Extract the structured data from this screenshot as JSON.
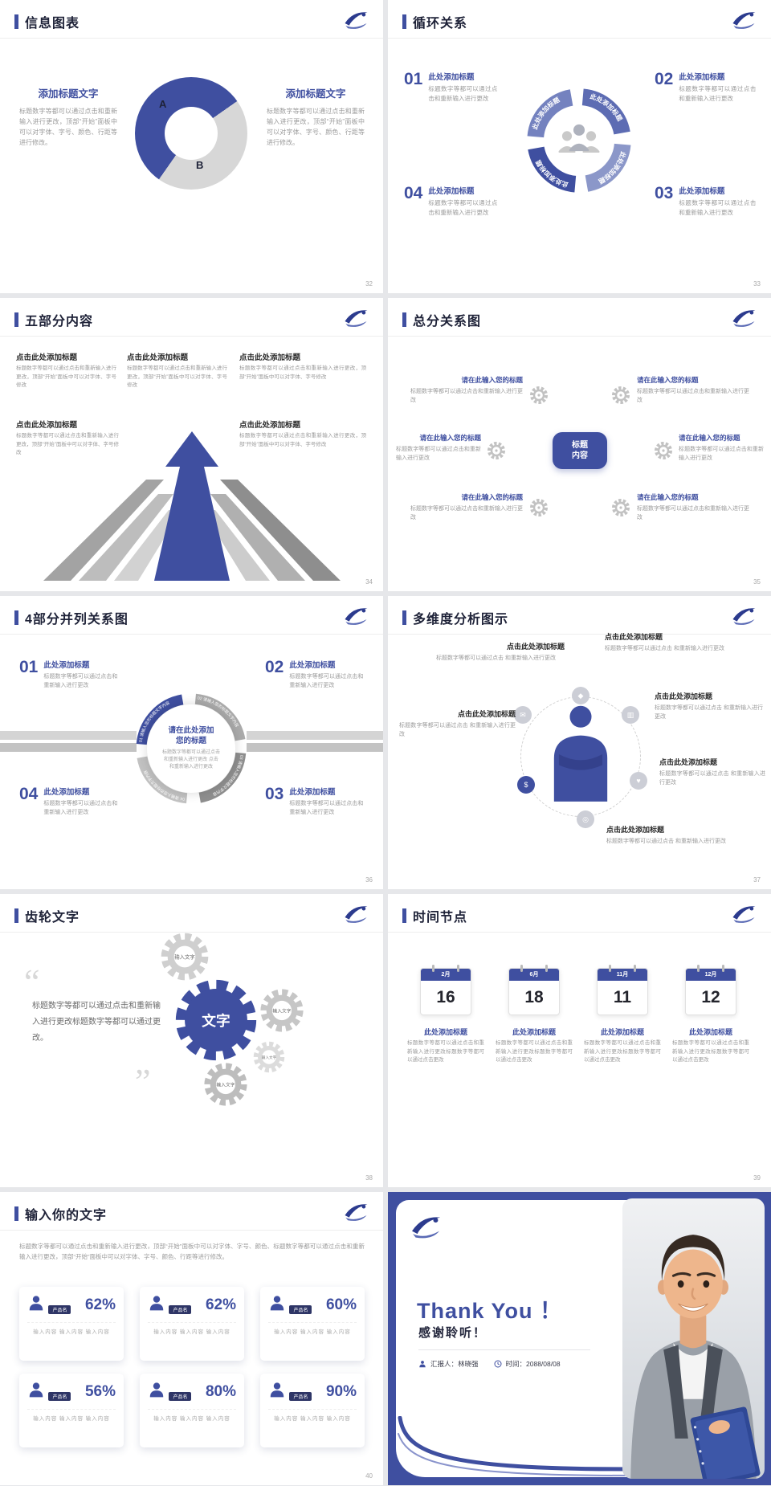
{
  "colors": {
    "primary": "#3f4fa0",
    "primary_dark": "#2c3b8e",
    "text_dark": "#1e2238",
    "text_gray": "#9b9b9b"
  },
  "slides": {
    "s32": {
      "title": "信息图表",
      "page": "32",
      "left": {
        "heading": "添加标题文字",
        "body": "标题数字等都可以通过点击和重新输入进行更改，顶部“开始”面板中可以对字体、字号、颜色、行距等进行修改。"
      },
      "right": {
        "heading": "添加标题文字",
        "body": "标题数字等都可以通过点击和重新输入进行更改，顶部“开始”面板中可以对字体、字号、颜色、行距等进行修改。"
      },
      "segments": [
        {
          "label": "A",
          "color": "#3f4fa0"
        },
        {
          "label": "B",
          "color": "#d7d7d7"
        }
      ]
    },
    "s33": {
      "title": "循环关系",
      "page": "33",
      "arc_label": "此处添加标题",
      "items": [
        {
          "num": "01",
          "heading": "此处添加标题",
          "body": "标题数字等都可以通过点击和重新输入进行更改"
        },
        {
          "num": "02",
          "heading": "此处添加标题",
          "body": "标题数字等都可以通过点击和重新输入进行更改"
        },
        {
          "num": "03",
          "heading": "此处添加标题",
          "body": "标题数字等都可以通过点击和重新输入进行更改"
        },
        {
          "num": "04",
          "heading": "此处添加标题",
          "body": "标题数字等都可以通过点击和重新输入进行更改"
        }
      ]
    },
    "s34": {
      "title": "五部分内容",
      "page": "34",
      "blocks": [
        {
          "heading": "点击此处添加标题",
          "body": "标题数字等都可以通过点击和重新输入进行更改，顶部“开始”面板中可以对字体、字号修改"
        },
        {
          "heading": "点击此处添加标题",
          "body": "标题数字等都可以通过点击和重新输入进行更改，顶部“开始”面板中可以对字体、字号修改"
        },
        {
          "heading": "点击此处添加标题",
          "body": "标题数字等都可以通过点击和重新输入进行更改，顶部“开始”面板中可以对字体、字号修改"
        },
        {
          "heading": "点击此处添加标题",
          "body": "标题数字等都可以通过点击和重新输入进行更改，顶部“开始”面板中可以对字体、字号修改"
        },
        {
          "heading": "点击此处添加标题",
          "body": "标题数字等都可以通过点击和重新输入进行更改，顶部“开始”面板中可以对字体、字号修改"
        }
      ]
    },
    "s35": {
      "title": "总分关系图",
      "page": "35",
      "center_label": "标题内容",
      "items": [
        {
          "heading": "请在此输入您的标题",
          "body": "标题数字等都可以通过点击和重新输入进行更改"
        },
        {
          "heading": "请在此输入您的标题",
          "body": "标题数字等都可以通过点击和重新输入进行更改"
        },
        {
          "heading": "请在此输入您的标题",
          "body": "标题数字等都可以通过点击和重新输入进行更改"
        },
        {
          "heading": "请在此输入您的标题",
          "body": "标题数字等都可以通过点击和重新输入进行更改"
        },
        {
          "heading": "请在此输入您的标题",
          "body": "标题数字等都可以通过点击和重新输入进行更改"
        },
        {
          "heading": "请在此输入您的标题",
          "body": "标题数字等都可以通过点击和重新输入进行更改"
        }
      ]
    },
    "s36": {
      "title": "4部分并列关系图",
      "page": "36",
      "center": {
        "heading": "请在此处添加您的标题",
        "body": "标题数字等都可以通过点击和重新输入进行更改 点击和重新输入进行更改"
      },
      "arcs": [
        "01 请输入您的标题文字内容",
        "02 请输入您的标题文字内容",
        "03 请输入您的标题文字内容",
        "04 请输入您的标题文字内容"
      ],
      "items": [
        {
          "num": "01",
          "heading": "此处添加标题",
          "body": "标题数字等都可以通过点击和重新输入进行更改"
        },
        {
          "num": "02",
          "heading": "此处添加标题",
          "body": "标题数字等都可以通过点击和重新输入进行更改"
        },
        {
          "num": "04",
          "heading": "此处添加标题",
          "body": "标题数字等都可以通过点击和重新输入进行更改"
        },
        {
          "num": "03",
          "heading": "此处添加标题",
          "body": "标题数字等都可以通过点击和重新输入进行更改"
        }
      ]
    },
    "s37": {
      "title": "多维度分析图示",
      "page": "37",
      "icons": [
        "◆",
        "▥",
        "♥",
        "$",
        "✉",
        "◎"
      ],
      "items": [
        {
          "heading": "点击此处添加标题",
          "body": "标题数字等都可以通过点击 和重新输入进行更改"
        },
        {
          "heading": "点击此处添加标题",
          "body": "标题数字等都可以通过点击 和重新输入进行更改"
        },
        {
          "heading": "点击此处添加标题",
          "body": "标题数字等都可以通过点击 和重新输入进行更改"
        },
        {
          "heading": "点击此处添加标题",
          "body": "标题数字等都可以通过点击 和重新输入进行更改"
        },
        {
          "heading": "点击此处添加标题",
          "body": "标题数字等都可以通过点击 和重新输入进行更改"
        },
        {
          "heading": "点击此处添加标题",
          "body": "标题数字等都可以通过点击 和重新输入进行更改"
        }
      ]
    },
    "s38": {
      "title": "齿轮文字",
      "page": "38",
      "quote_open": "“",
      "quote_close": "”",
      "quote": "标题数字等都可以通过点击和重新输入进行更改标题数字等都可以通过更改。",
      "center_gear_label": "文字",
      "gear_labels": [
        "输入文字",
        "输入文字",
        "输入文字",
        "输入文字"
      ]
    },
    "s39": {
      "title": "时间节点",
      "page": "39",
      "events": [
        {
          "month": "2月",
          "day": "16",
          "heading": "此处添加标题",
          "body": "标题数字等都可以通过点击和重新输入进行更改标题数字等都可以通过点击更改"
        },
        {
          "month": "6月",
          "day": "18",
          "heading": "此处添加标题",
          "body": "标题数字等都可以通过点击和重新输入进行更改标题数字等都可以通过点击更改"
        },
        {
          "month": "11月",
          "day": "11",
          "heading": "此处添加标题",
          "body": "标题数字等都可以通过点击和重新输入进行更改标题数字等都可以通过点击更改"
        },
        {
          "month": "12月",
          "day": "12",
          "heading": "此处添加标题",
          "body": "标题数字等都可以通过点击和重新输入进行更改标题数字等都可以通过点击更改"
        }
      ]
    },
    "s40": {
      "title": "输入你的文字",
      "page": "40",
      "intro": "标题数字等都可以通过点击和重新输入进行更改，顶部“开始”面板中可以对字体、字号、颜色、标题数字等都可以通过点击和重新输入进行更改，顶部“开始”面板中可以对字体、字号、颜色、行距等进行修改。",
      "stats": [
        {
          "value": "62%",
          "label": "产品名",
          "items": "输入内容 输入内容 输入内容"
        },
        {
          "value": "62%",
          "label": "产品名",
          "items": "输入内容 输入内容 输入内容"
        },
        {
          "value": "60%",
          "label": "产品名",
          "items": "输入内容 输入内容 输入内容"
        },
        {
          "value": "56%",
          "label": "产品名",
          "items": "输入内容 输入内容 输入内容"
        },
        {
          "value": "80%",
          "label": "产品名",
          "items": "输入内容 输入内容 输入内容"
        },
        {
          "value": "90%",
          "label": "产品名",
          "items": "输入内容 输入内容 输入内容"
        }
      ]
    },
    "thanks": {
      "title": "Thank You ！",
      "subtitle": "感谢聆听！",
      "presenter": "汇报人：林晓强",
      "time": "时间：2088/08/08"
    }
  }
}
